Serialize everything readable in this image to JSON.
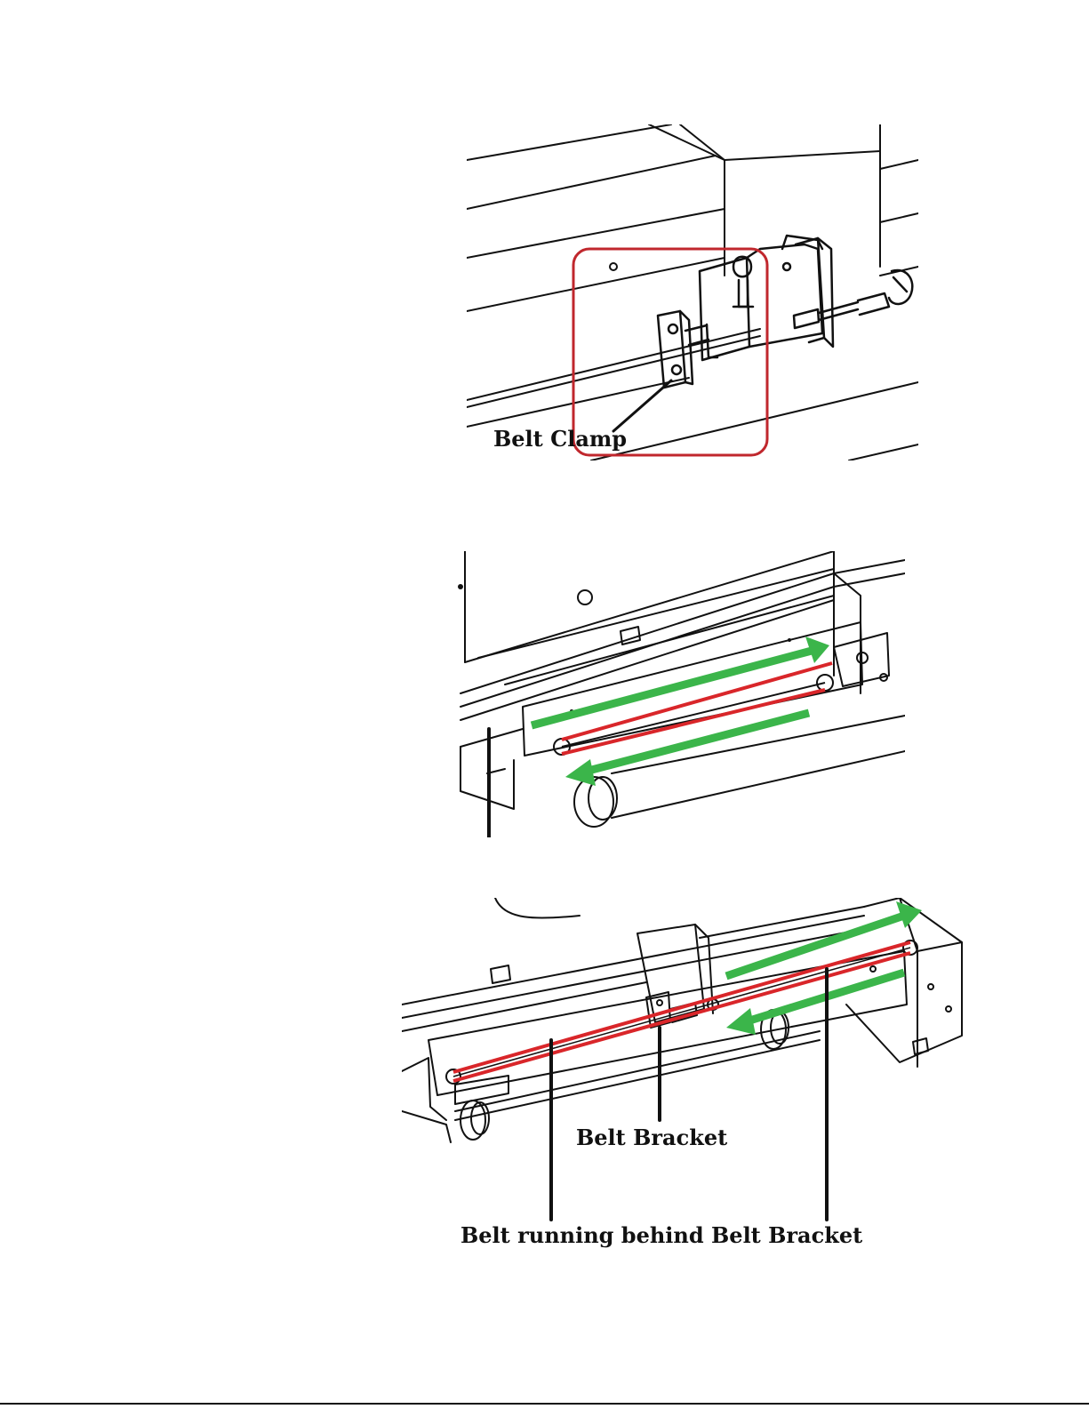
{
  "labels": {
    "belt_clamp": "Belt Clamp",
    "belt_bracket": "Belt Bracket",
    "belt_behind": "Belt running behind Belt Bracket"
  },
  "colors": {
    "ink": "#111111",
    "highlight_box": "#c0272d",
    "belt": "#d9262a",
    "direction_arrow": "#3bb54a"
  },
  "icons": {
    "direction_arrows": "arrow-icon",
    "highlight": "highlight-box"
  }
}
